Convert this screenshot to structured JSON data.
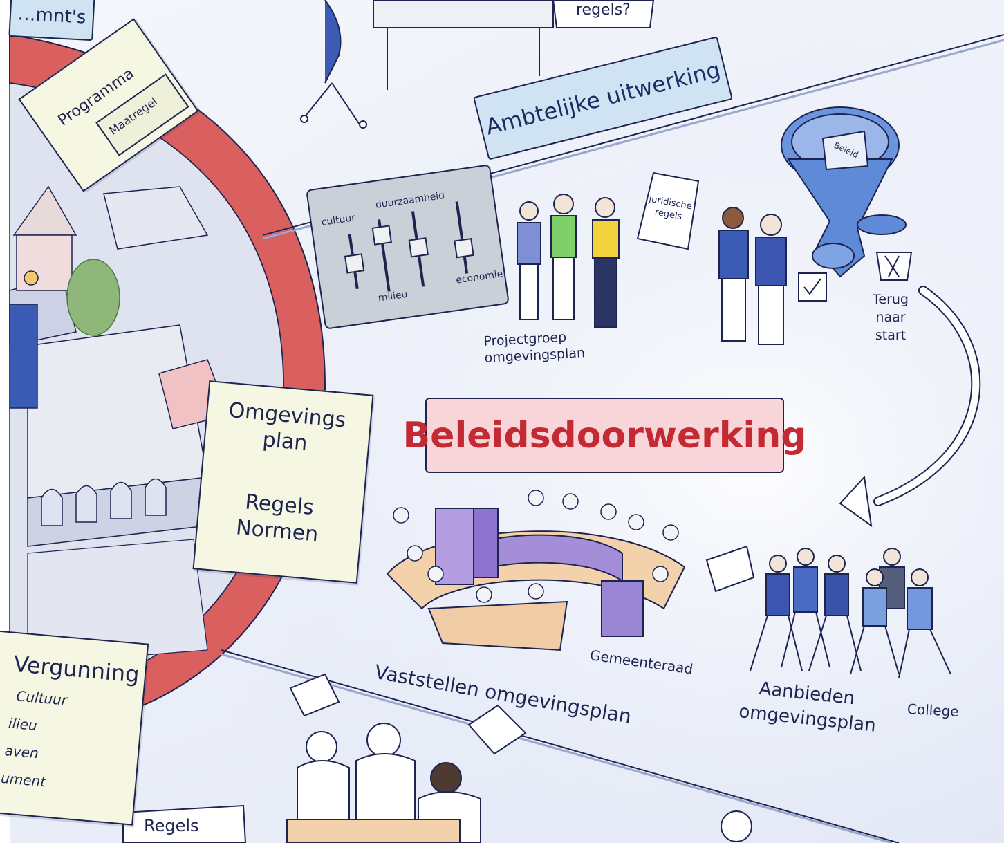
{
  "top_partial_label": "…mnt's",
  "question_note": "regels?",
  "section_ambtelijk": "Ambtelijke uitwerking",
  "section_beleid": "Beleidsdoorwerking",
  "programma_note": {
    "title": "Programma",
    "sub": "Maatregel"
  },
  "sliders": {
    "labels": [
      "cultuur",
      "duurzaamheid",
      "milieu",
      "economie"
    ]
  },
  "projectgroep": "Projectgroep omgevingsplan",
  "juridische_regels": "juridische regels",
  "funnel_label": "Beleid",
  "terug_naar_start": "Terug naar start",
  "omgevingsplan_note": {
    "line1": "Omgevings plan",
    "line2": "Regels Normen"
  },
  "vaststellen": "Vaststellen omgevingsplan",
  "gemeenteraad": "Gemeenteraad",
  "aanbieden": "Aanbieden omgevingsplan",
  "college": "College",
  "vergunning_note": {
    "title": "Vergunning",
    "items": [
      "Cultuur",
      "ilieu",
      "aven",
      "ument"
    ]
  },
  "regels_bottom": "Regels",
  "colors": {
    "ring_red": "#d9605f",
    "label_blue": "#cfe3f3",
    "label_pink": "#f8d5d9",
    "accent_red": "#c42a33",
    "ink": "#1e2450"
  }
}
